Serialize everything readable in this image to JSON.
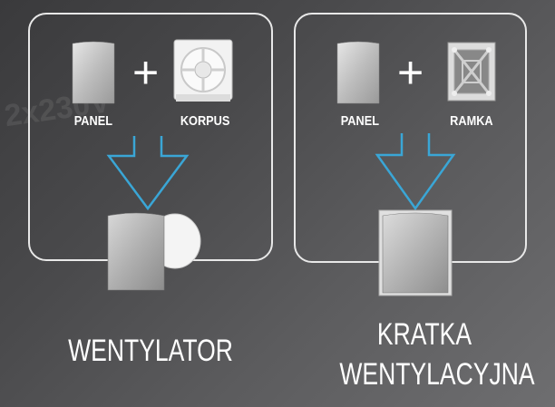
{
  "watermark": {
    "text": "2x230V"
  },
  "left_card": {
    "part1_label": "PANEL",
    "operator": "+",
    "part2_label": "KORPUS",
    "result_caption": "WENTYLATOR"
  },
  "right_card": {
    "part1_label": "PANEL",
    "operator": "+",
    "part2_label": "RAMKA",
    "result_caption_line1": "KRATKA",
    "result_caption_line2": "WENTYLACYJNA"
  },
  "colors": {
    "arrow": "#3aa6d6",
    "card_border": "#e8e8e8",
    "text": "#ffffff"
  }
}
